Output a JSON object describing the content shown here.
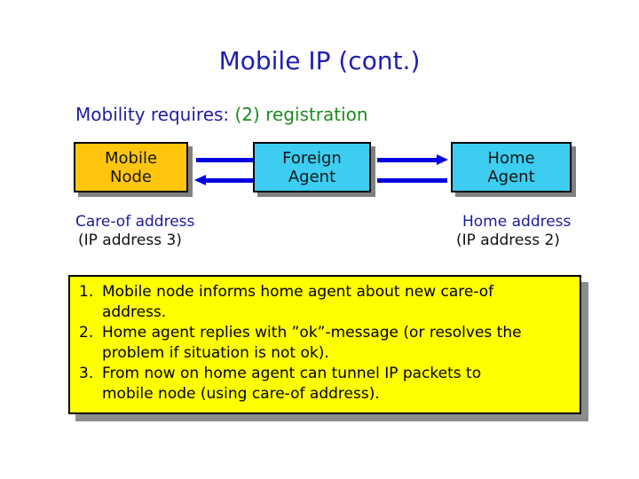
{
  "slide": {
    "title": "Mobile IP (cont.)",
    "subtitle_prefix": "Mobility requires: ",
    "subtitle_highlight": "(2) registration"
  },
  "colors": {
    "title_blue": "#1E1EB4",
    "subtitle_navy": "#1E1EA0",
    "subtitle_green": "#1E8A1E",
    "arrow_blue": "#0000E0",
    "mobile_node_gold": "#FFC60D",
    "agent_cyan": "#3CCDF0",
    "note_yellow": "#FFFF00",
    "border_black": "#000000",
    "shadow_gray": "#808080",
    "label_navy": "#1A1A9B"
  },
  "diagram": {
    "nodes": [
      {
        "line1": "Mobile",
        "line2": "Node"
      },
      {
        "line1": "Foreign",
        "line2": "Agent"
      },
      {
        "line1": "Home",
        "line2": "Agent"
      }
    ],
    "left_label": {
      "line1": "Care-of address",
      "line2": "(IP address 3)"
    },
    "right_label": {
      "line1": "Home address",
      "line2": "(IP address 2)"
    }
  },
  "steps": [
    {
      "num": "1.",
      "line1": "Mobile node informs home agent about new care-of",
      "line2": "address."
    },
    {
      "num": "2.",
      "line1": "Home agent replies with ”ok”-message (or resolves the",
      "line2": "problem if situation is not ok)."
    },
    {
      "num": "3.",
      "line1": "From now on home agent can tunnel IP packets to",
      "line2": "mobile node (using care-of address)."
    }
  ]
}
